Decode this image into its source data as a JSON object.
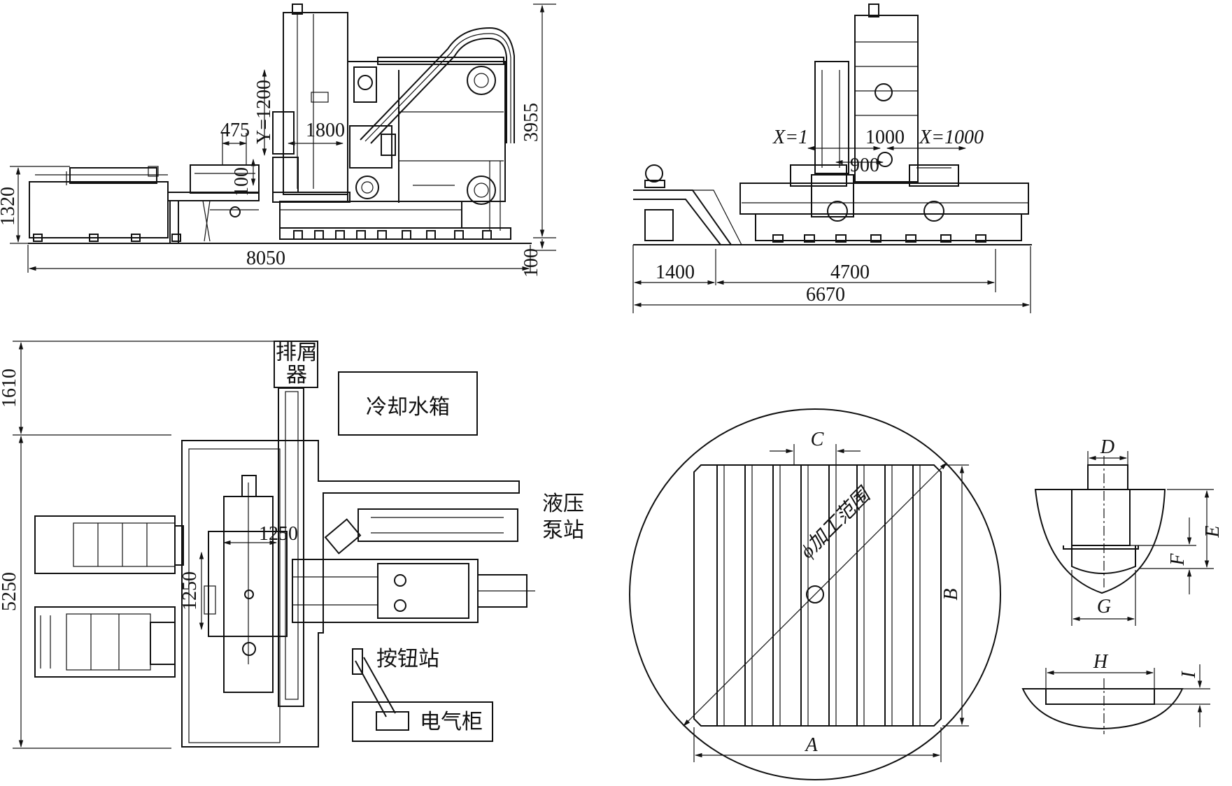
{
  "side_view": {
    "width_8050": "8050",
    "height_3955": "3955",
    "height_1320": "1320",
    "base_100": "100",
    "y_1200": "Y=1200",
    "dim_475": "475",
    "dim_1800": "1800",
    "dim_100": "100"
  },
  "front_view": {
    "x1": "X=1",
    "dim_1000": "1000",
    "x_1000": "X=1000",
    "dim_900": "900",
    "dim_1400": "1400",
    "dim_4700": "4700",
    "dim_6670": "6670"
  },
  "plan_view": {
    "dim_1610": "1610",
    "dim_5250": "5250",
    "dim_1250_h": "1250",
    "dim_1250_v": "1250",
    "chip_conveyor_1": "排屑",
    "chip_conveyor_2": "器",
    "coolant_tank": "冷却水箱",
    "hydraulic_1": "液压",
    "hydraulic_2": "泵站",
    "button_station": "按钮站",
    "electric_cabinet": "电气柜"
  },
  "table_view": {
    "label_a": "A",
    "label_b": "B",
    "label_c": "C",
    "range_label": "ϕ加工范围"
  },
  "tslot_view": {
    "label_d": "D",
    "label_e": "E",
    "label_f": "F",
    "label_g": "G",
    "label_h": "H",
    "label_i": "I"
  }
}
